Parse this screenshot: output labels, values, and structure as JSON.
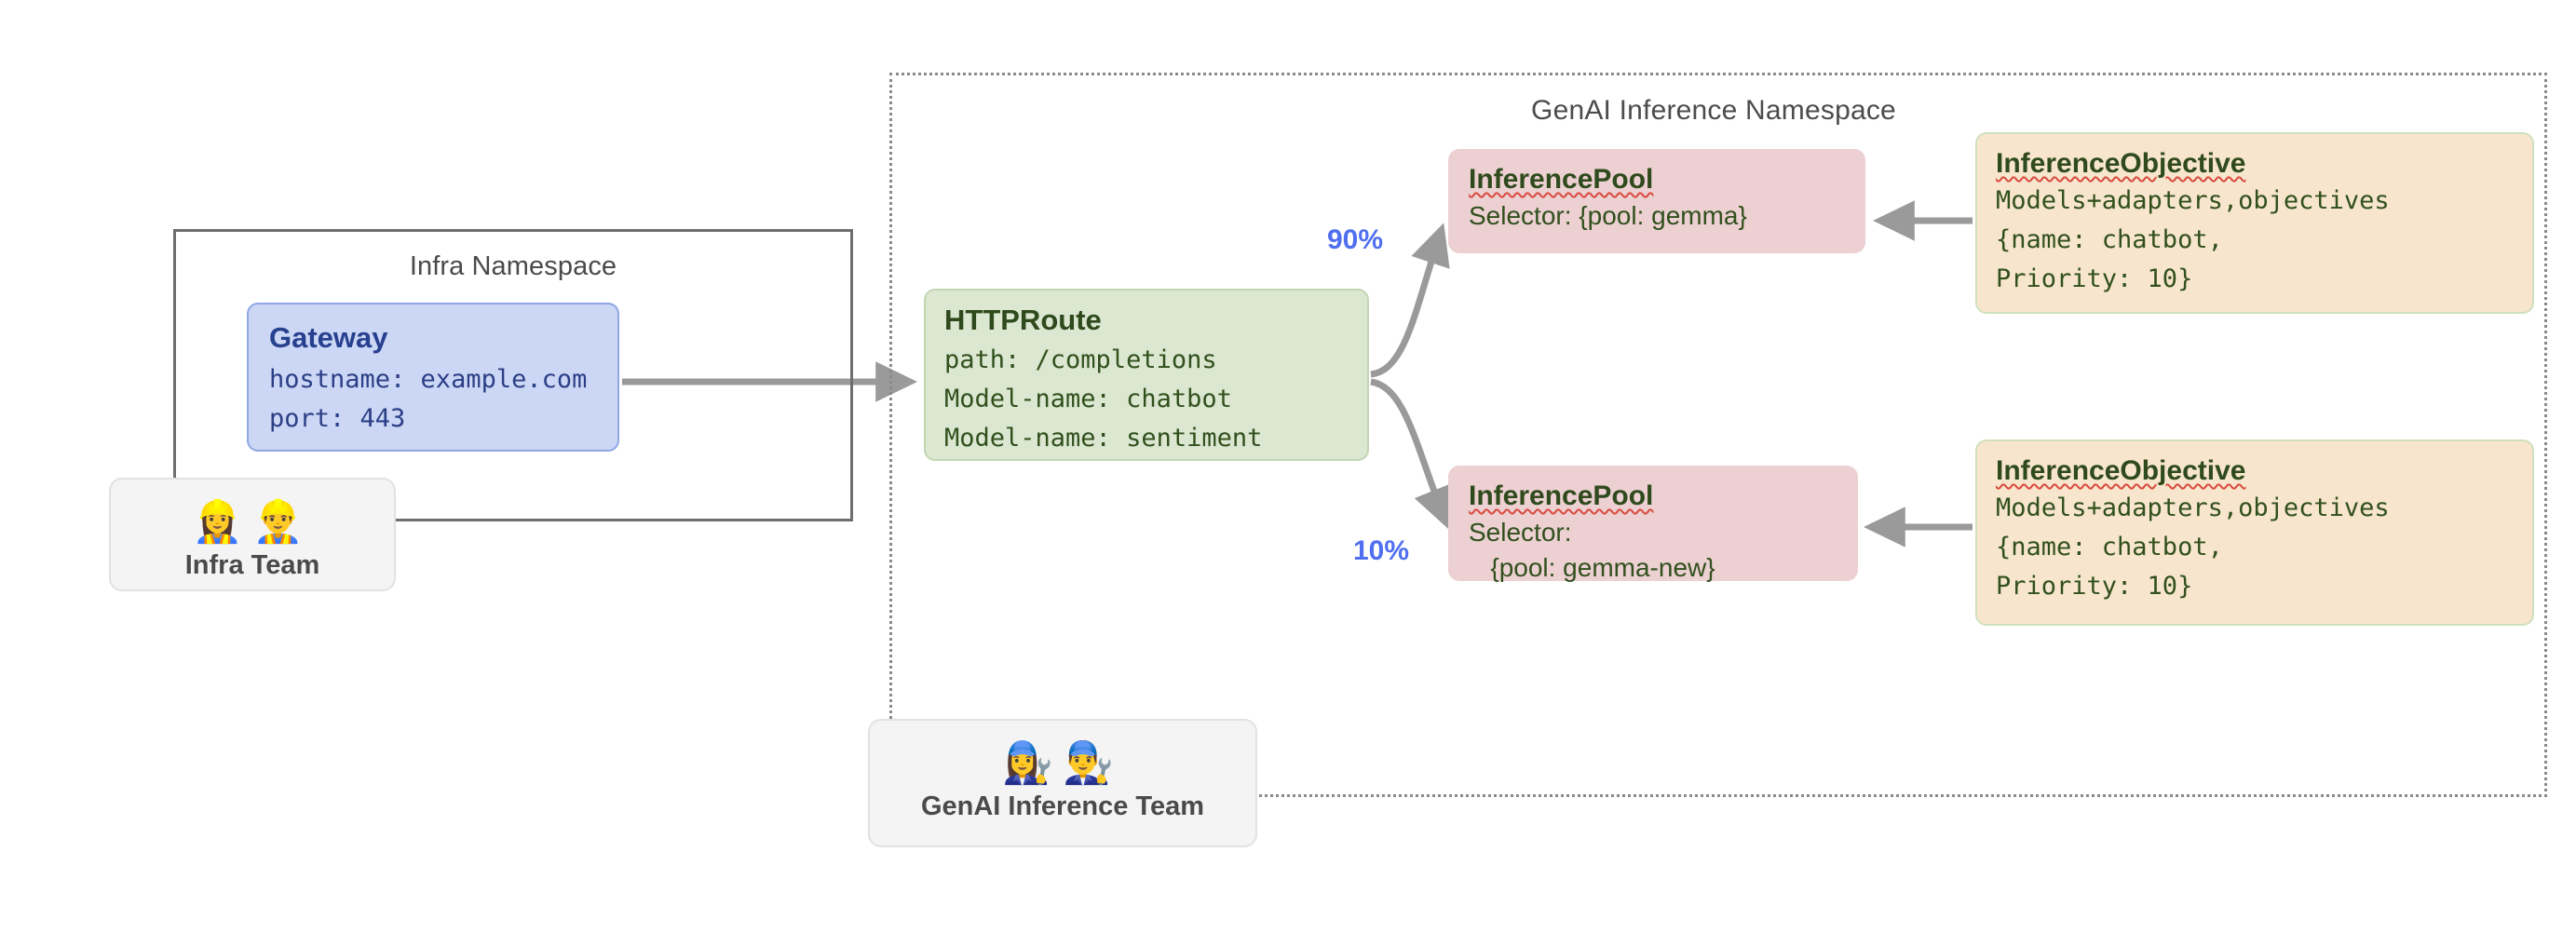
{
  "namespaces": {
    "infra": {
      "title": "Infra Namespace"
    },
    "genai": {
      "title": "GenAI Inference Namespace"
    }
  },
  "nodes": {
    "gateway": {
      "title": "Gateway",
      "lines": [
        "hostname: example.com",
        "port: 443"
      ]
    },
    "httproute": {
      "title": "HTTPRoute",
      "lines": [
        "path: /completions",
        "Model-name: chatbot",
        "Model-name: sentiment"
      ]
    },
    "pool_a": {
      "title": "InferencePool",
      "lines": [
        "Selector: {pool: gemma}"
      ]
    },
    "pool_b": {
      "title": "InferencePool",
      "lines": [
        "Selector:",
        "   {pool: gemma-new}"
      ]
    },
    "objective_a": {
      "title": "InferenceObjective",
      "lines": [
        "Models+adapters,objectives",
        "{name: chatbot,",
        "Priority: 10}"
      ]
    },
    "objective_b": {
      "title": "InferenceObjective",
      "lines": [
        "Models+adapters,objectives",
        "{name: chatbot,",
        "Priority: 10}"
      ]
    }
  },
  "teams": {
    "infra": {
      "label": "Infra Team",
      "emojis": "👷‍♀️👷‍♂️"
    },
    "genai": {
      "label": "GenAI Inference Team",
      "emojis": "👩‍🔧👨‍🔧"
    }
  },
  "split": {
    "top_weight": "90%",
    "bottom_weight": "10%"
  },
  "colors": {
    "gateway_fill": "#ccd6f5",
    "httproute_fill": "#dbe7d0",
    "pool_fill": "#ecd0d2",
    "objective_fill": "#f7e6cd",
    "team_fill": "#f4f4f4",
    "connector": "#9a9a9a",
    "weight_label": "#4f6ff0",
    "namespace_border": "#6e6e6e"
  }
}
